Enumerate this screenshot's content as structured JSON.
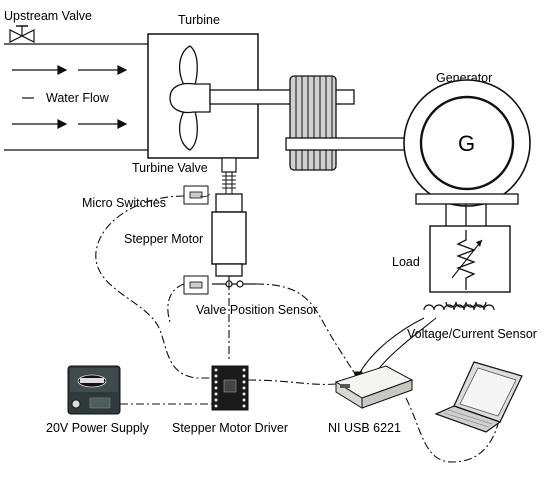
{
  "labels": {
    "upstream_valve": "Upstream Valve",
    "turbine": "Turbine",
    "water_flow": "Water Flow",
    "generator": "Generator",
    "generator_symbol": "G",
    "turbine_valve": "Turbine Valve",
    "micro_switches": "Micro Switches",
    "stepper_motor": "Stepper Motor",
    "load": "Load",
    "valve_position_sensor": "Valve Position Sensor",
    "voltage_current_sensor": "Voltage/Current Sensor",
    "power_supply": "20V Power Supply",
    "stepper_motor_driver": "Stepper Motor Driver",
    "ni_usb": "NI USB 6221"
  },
  "colors": {
    "line": "#111111",
    "gear_fill": "#d0d0d0",
    "shaft_fill": "#ffffff",
    "dark_device": "#2e3a3a",
    "chip_board": "#1a1a1a",
    "daq_body": "#e8e8e4",
    "laptop_body": "#dcdcdc"
  }
}
